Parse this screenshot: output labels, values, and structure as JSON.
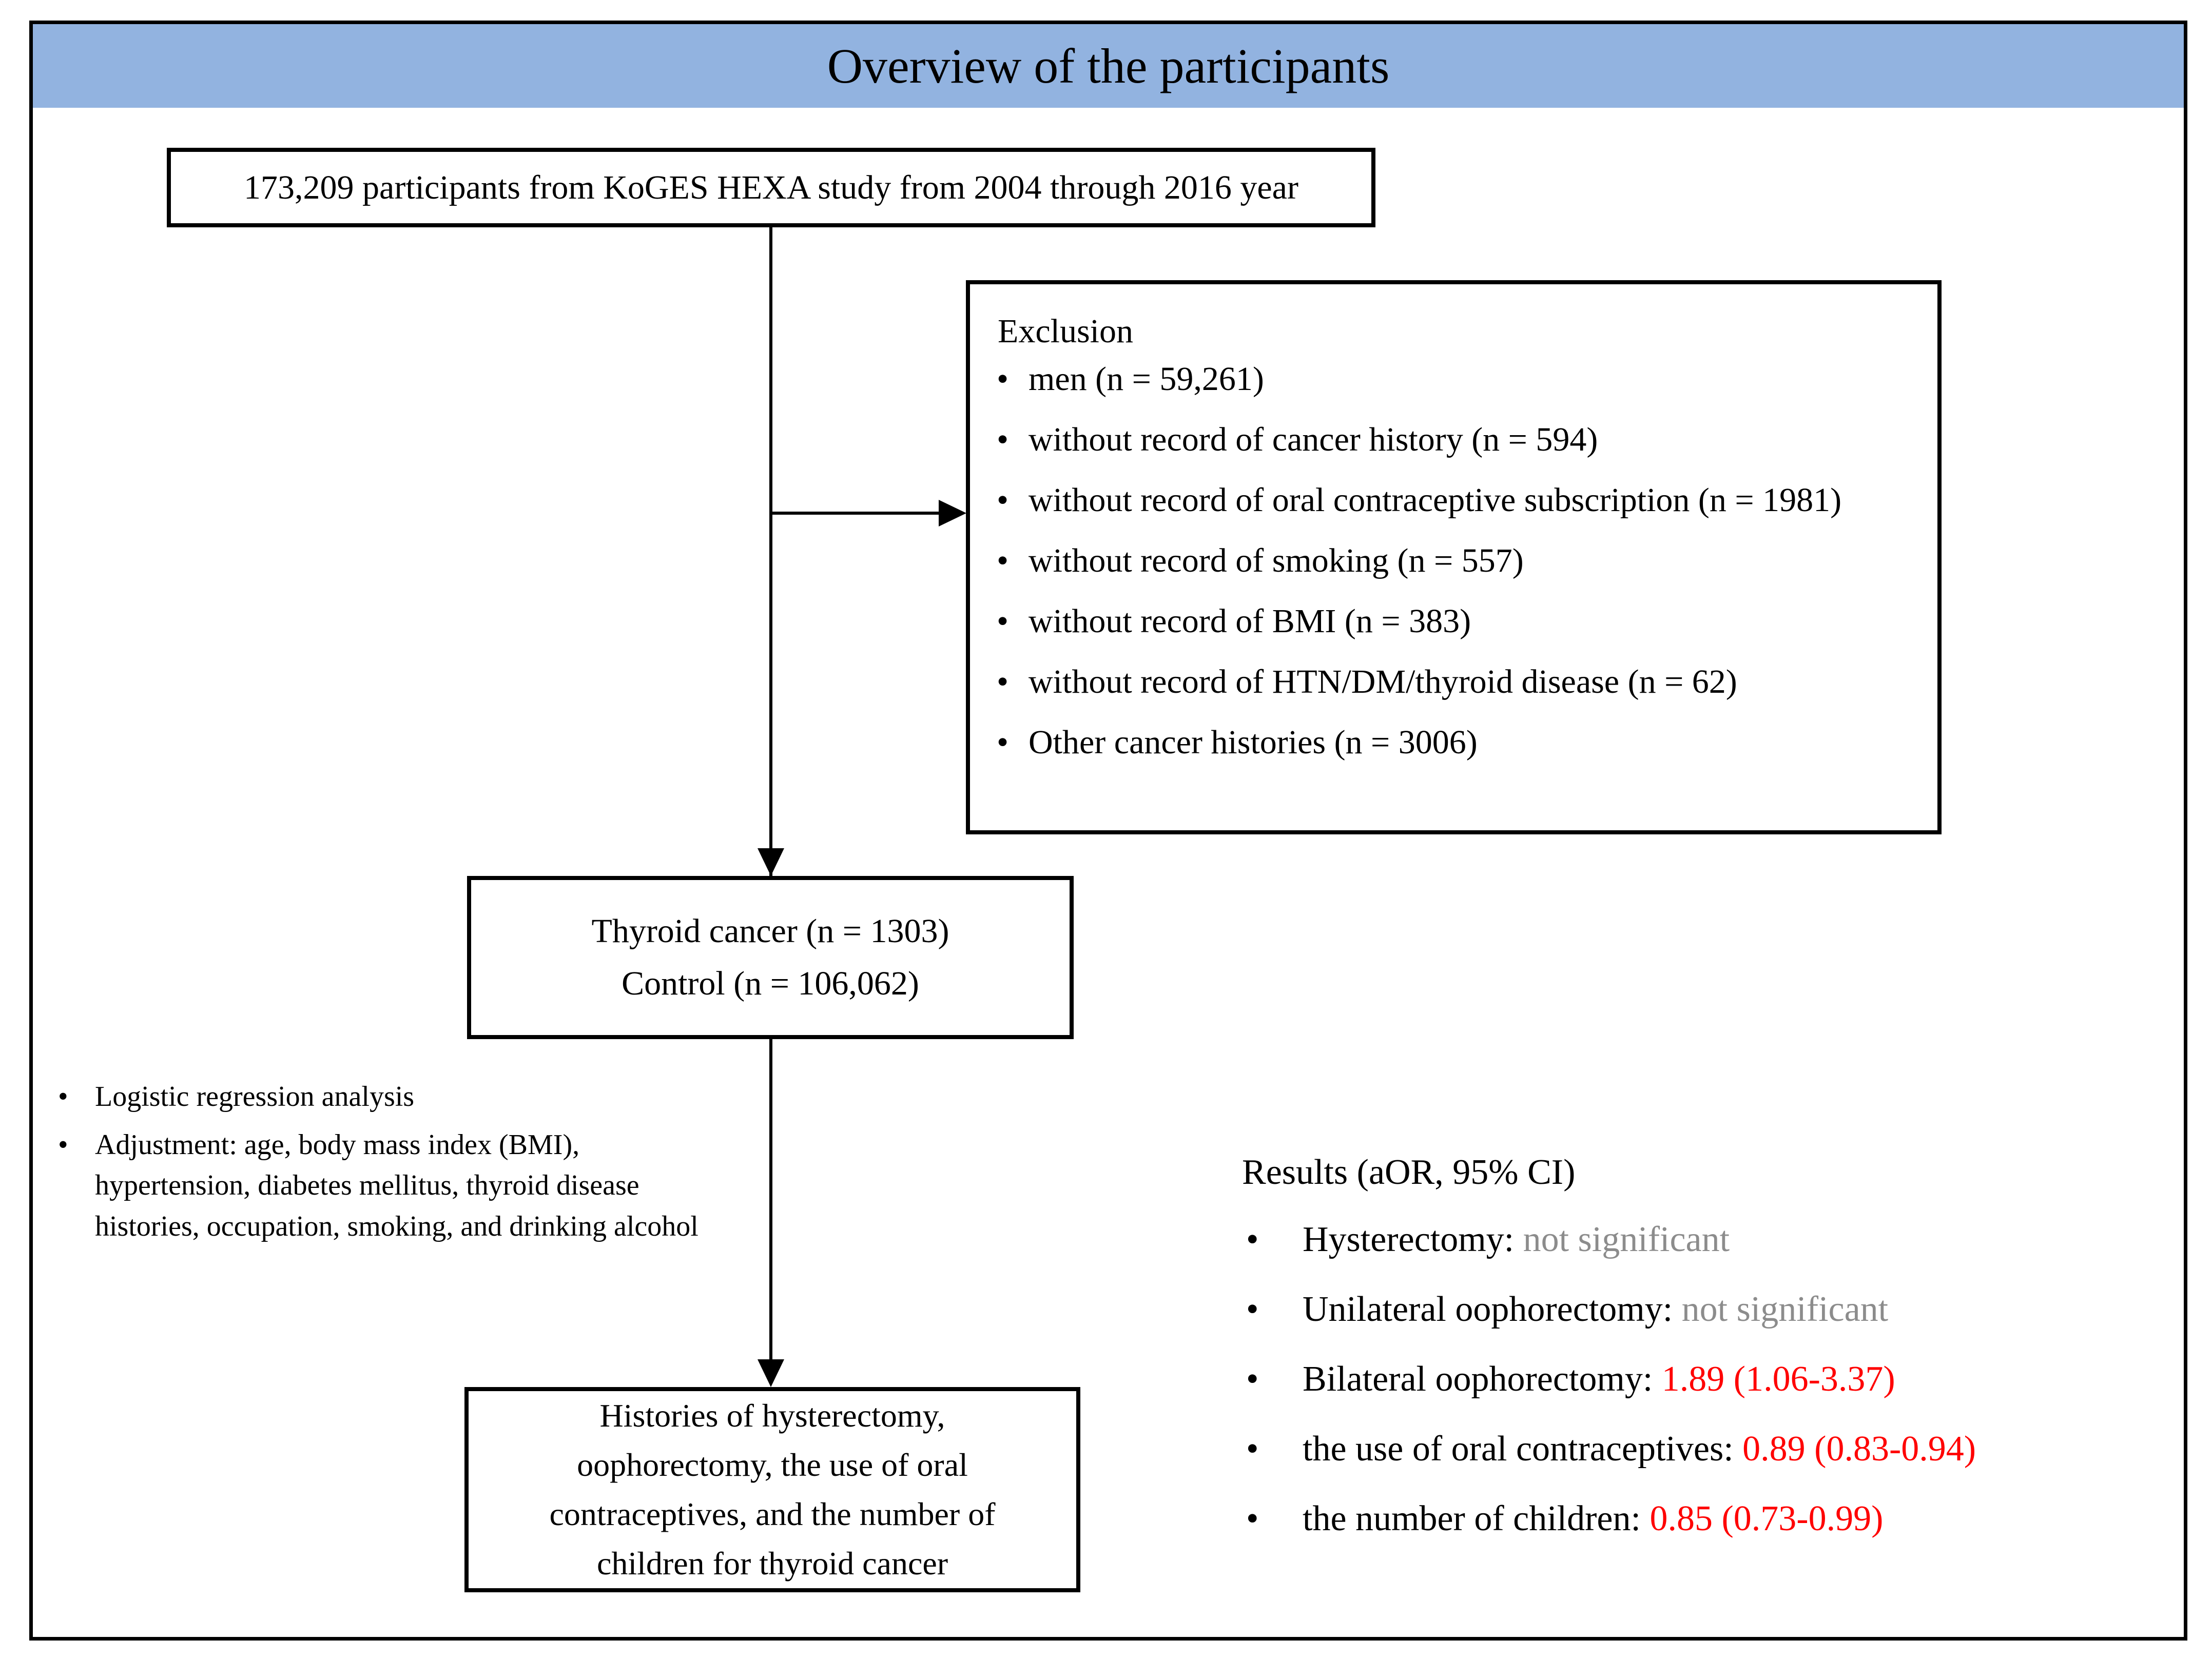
{
  "title": "Overview of the participants",
  "colors": {
    "banner": "#92b3e0",
    "significant": "#ff0000",
    "not_significant": "#8c8c8c",
    "line": "#000000"
  },
  "source_box": {
    "text": "173,209 participants from KoGES HEXA study from 2004 through 2016 year"
  },
  "exclusion_box": {
    "title": "Exclusion",
    "bullet": "•",
    "items": [
      "men (n = 59,261)",
      " without  record of cancer history (n = 594)",
      "without  record of oral contraceptive subscription (n = 1981)",
      "without  record of smoking (n = 557)",
      "without  record of BMI (n = 383)",
      " without  record of HTN/DM/thyroid disease (n = 62)",
      "Other cancer histories (n = 3006)"
    ]
  },
  "cohort_box": {
    "line1": "Thyroid cancer (n = 1303)",
    "line2": "Control (n = 106,062)"
  },
  "outcome_box": {
    "line1": "Histories of hysterectomy,",
    "line2": "oophorectomy, the use of oral",
    "line3": "contraceptives, and the number of",
    "line4": "children for thyroid cancer"
  },
  "analysis_notes": {
    "bullet": "•",
    "items": [
      "Logistic regression analysis",
      "Adjustment: age, body mass index (BMI), hypertension, diabetes mellitus, thyroid disease histories, occupation, smoking, and drinking alcohol"
    ]
  },
  "results": {
    "title": "Results (aOR, 95% CI)",
    "bullet": "•",
    "items": [
      {
        "label": "Hysterectomy: ",
        "value": "not significant",
        "significant": false
      },
      {
        "label": "Unilateral oophorectomy: ",
        "value": "not significant",
        "significant": false
      },
      {
        "label": "Bilateral oophorectomy: ",
        "value": "1.89 (1.06-3.37)",
        "significant": true
      },
      {
        "label": "the use of oral contraceptives: ",
        "value": "0.89 (0.83-0.94)",
        "significant": true
      },
      {
        "label": "the number of children: ",
        "value": "0.85 (0.73-0.99)",
        "significant": true
      }
    ]
  }
}
